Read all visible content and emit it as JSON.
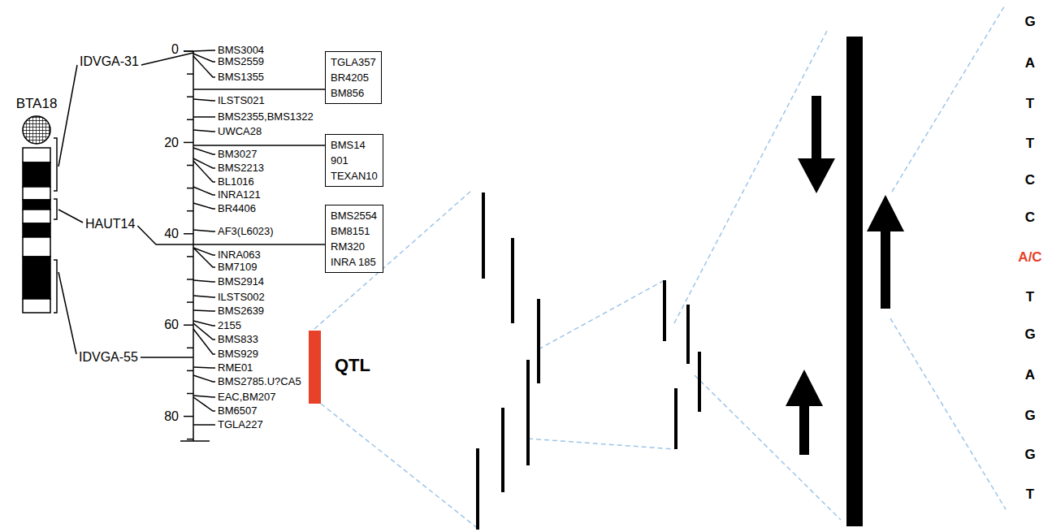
{
  "diagram": {
    "nodes": [
      {
        "text": [
          "TGLA357",
          "BR4205",
          "BM856"
        ]
      },
      {
        "text": [
          "BMS14",
          "901",
          "TEXAN10"
        ]
      },
      {
        "text": [
          "BMS2554",
          "BM8151",
          "RM320",
          "INRA 185"
        ]
      }
    ],
    "labels": [
      "BTA18",
      "IDVGA-31",
      "HAUT14",
      "IDVGA-55",
      "0",
      "20",
      "40",
      "60",
      "80",
      "BMS3004",
      "BMS2559",
      "BMS1355",
      "ILSTS021",
      "BMS2355,BMS1322",
      "UWCA28",
      "BM3027",
      "BMS2213",
      "BL1016",
      "INRA121",
      "BR4406",
      "AF3(L6023)",
      "INRA063",
      "BM7109",
      "BMS2914",
      "ILSTS002",
      "BMS2639",
      "2155",
      "BMS833",
      "BMS929",
      "RME01",
      "BMS2785.U?CA5",
      "EAC,BM207",
      "BM6507",
      "TGLA227",
      "QTL",
      "G",
      "A",
      "T",
      "T",
      "C",
      "C",
      "A/C",
      "T",
      "G",
      "A",
      "G",
      "G",
      "T"
    ]
  }
}
